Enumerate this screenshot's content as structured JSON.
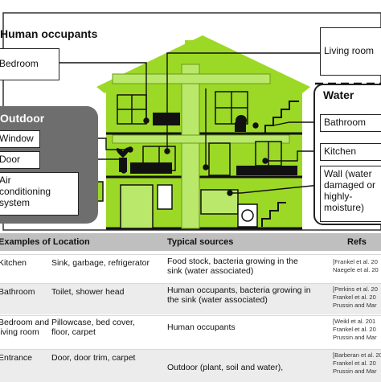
{
  "groups": {
    "human": "Human occupants",
    "outdoor": "Outdoor",
    "water": "Water"
  },
  "labels": {
    "bedroom": "Bedroom",
    "living_room": "Living room",
    "window": "Window",
    "door": "Door",
    "air_conditioning": [
      "Air",
      "conditioning",
      "system"
    ],
    "bathroom": "Bathroom",
    "kitchen": "Kitchen",
    "wall": [
      "Wall (water",
      "damaged or",
      "highly-",
      "moisture)"
    ]
  },
  "colors": {
    "house_fill": "#9cd926",
    "house_dark": "#6a9a14",
    "outdoor_panel": "#6e6e6e",
    "table_header": "#bfbfbf",
    "row_shade": "#ececec"
  },
  "table": {
    "headers": [
      "Examples of Location",
      "Typical sources",
      "Refs"
    ],
    "rows": [
      {
        "location": "Kitchen",
        "examples": "Sink, garbage, refrigerator",
        "sources": [
          "Food stock, bacteria growing in the",
          "sink (water associated)"
        ],
        "refs": [
          "[Frankel et al. 20",
          "Naegele et al. 20"
        ]
      },
      {
        "location": "Bathroom",
        "examples": "Toilet, shower head",
        "sources": [
          "Human occupants, bacteria growing in",
          "the sink (water associated)"
        ],
        "refs": [
          "[Perkins et al. 20",
          "Frankel et al. 20",
          "Prussin and Mar"
        ]
      },
      {
        "location": [
          "Bedroom and",
          "living room"
        ],
        "examples": [
          "Pillowcase, bed cover,",
          "floor, carpet"
        ],
        "sources": [
          "Human occupants"
        ],
        "refs": [
          "[Weikl et al. 201",
          "Frankel et al. 20",
          "Prussin and Mar"
        ]
      },
      {
        "location": "Entrance",
        "examples": "Door, door trim, carpet",
        "sources": [
          "Outdoor (plant, soil and water),"
        ],
        "refs": [
          "[Barberan et al. 20",
          "Frankel et al. 20",
          "Prussin and Mar"
        ]
      }
    ]
  }
}
